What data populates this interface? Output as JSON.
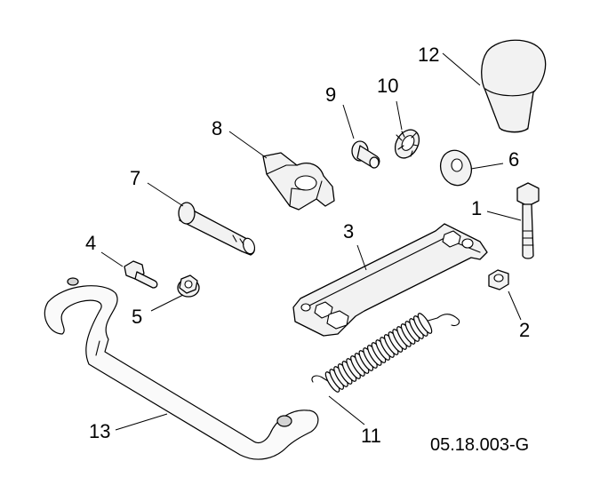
{
  "figure_code": "05.18.003-G",
  "callouts": {
    "c1": "1",
    "c2": "2",
    "c3": "3",
    "c4": "4",
    "c5": "5",
    "c6": "6",
    "c7": "7",
    "c8": "8",
    "c9": "9",
    "c10": "10",
    "c11": "11",
    "c12": "12",
    "c13": "13"
  }
}
